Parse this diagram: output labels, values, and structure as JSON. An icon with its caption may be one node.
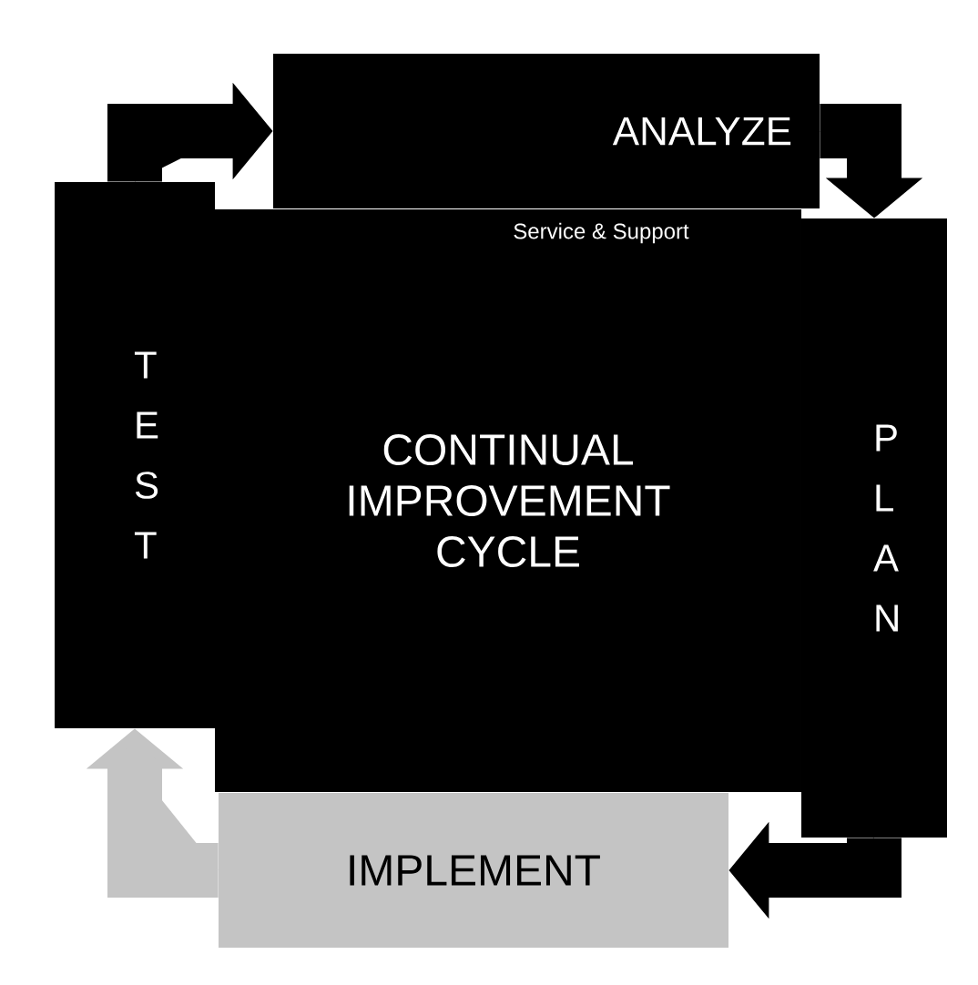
{
  "diagram": {
    "nodes": [
      {
        "text": [
          "ANALYZE"
        ]
      },
      {
        "text": [
          "TEST"
        ]
      },
      {
        "text": [
          "CONTINUAL IMPROVEMENT CYCLE"
        ]
      },
      {
        "text": [
          "PLAN"
        ]
      },
      {
        "text": [
          "IMPLEMENT"
        ]
      }
    ],
    "edges": [
      {
        "from": 1,
        "to": 0,
        "arrow": "to"
      },
      {
        "from": 0,
        "to": 3,
        "arrow": "to"
      },
      {
        "from": 3,
        "to": 4,
        "arrow": "to"
      },
      {
        "from": 4,
        "to": 1,
        "arrow": "to",
        "color": "#c4c4c4"
      }
    ],
    "labels": [
      "Service & Support"
    ]
  }
}
